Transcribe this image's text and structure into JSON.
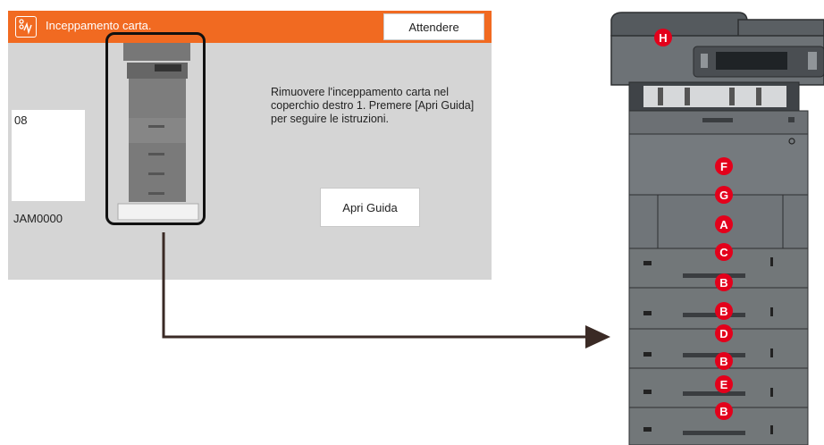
{
  "panel": {
    "title": "Inceppamento carta.",
    "wait_button": "Attendere",
    "code": "08",
    "jam_code": "JAM0000",
    "message": "Rimuovere l'inceppamento carta nel coperchio destro 1. Premere [Apri Guida] per seguire le istruzioni.",
    "guide_button": "Apri Guida",
    "colors": {
      "header": "#f16a21",
      "background": "#d5d5d5"
    }
  },
  "printer": {
    "labels": {
      "H": "H",
      "F": "F",
      "G": "G",
      "A": "A",
      "C": "C",
      "B1": "B",
      "B2": "B",
      "D": "D",
      "B3": "B",
      "E": "E",
      "B4": "B"
    },
    "label_color": "#e3001b"
  }
}
